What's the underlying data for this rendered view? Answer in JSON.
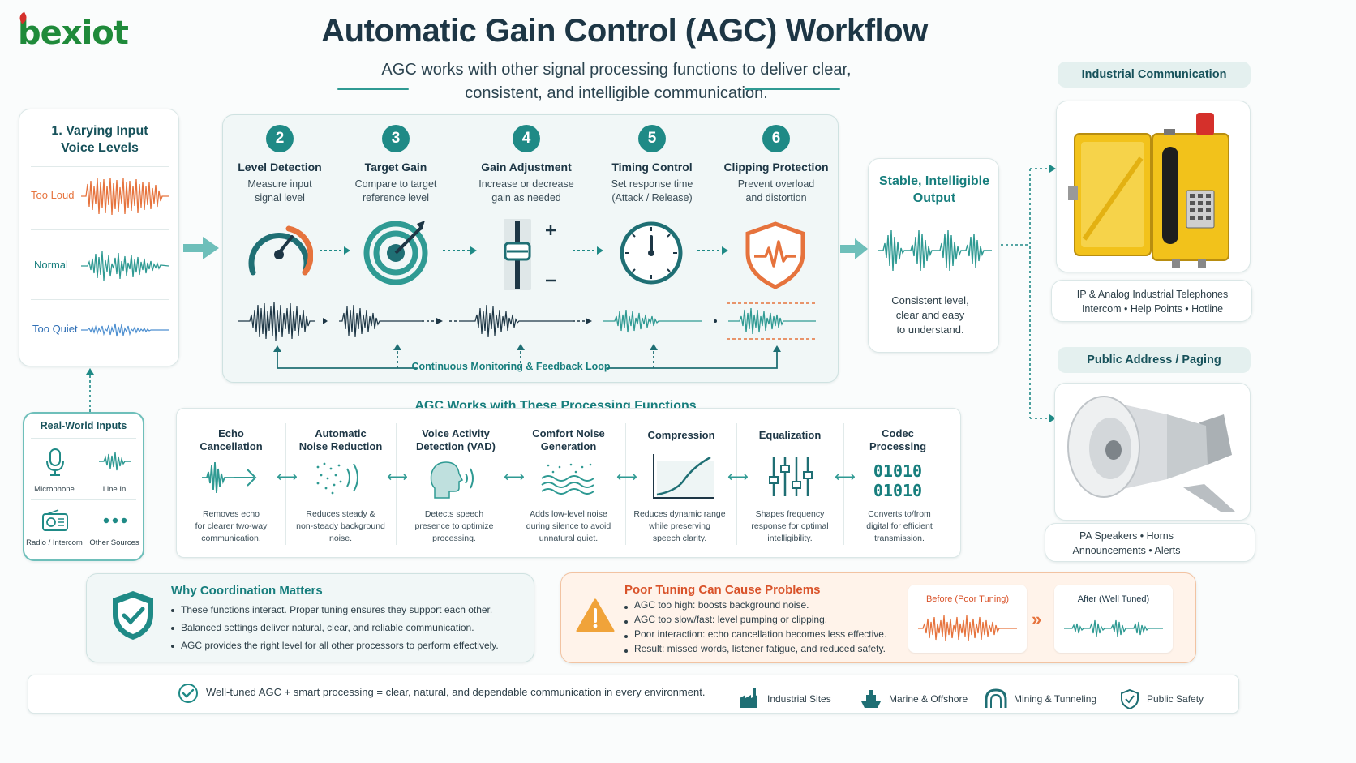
{
  "logo": {
    "text": "bexiot"
  },
  "header": {
    "title": "Automatic Gain Control (AGC) Workflow",
    "subtitle_line1": "AGC works with other signal processing functions to deliver clear,",
    "subtitle_line2": "consistent, and intelligible communication."
  },
  "input_panel": {
    "title_line1": "1. Varying Input",
    "title_line2": "Voice Levels",
    "levels": [
      {
        "label": "Too Loud",
        "color": "#e6733d"
      },
      {
        "label": "Normal",
        "color": "#2f9a93"
      },
      {
        "label": "Too Quiet",
        "color": "#4d8fd0"
      }
    ]
  },
  "real_world": {
    "title": "Real-World Inputs",
    "items": [
      {
        "label": "Microphone",
        "icon": "microphone-icon"
      },
      {
        "label": "Line In",
        "icon": "waveform-icon"
      },
      {
        "label": "Radio / Intercom",
        "icon": "radio-icon"
      },
      {
        "label": "Other Sources",
        "icon": "dots-icon"
      }
    ]
  },
  "steps": [
    {
      "num": "2",
      "title": "Level Detection",
      "desc_line1": "Measure input",
      "desc_line2": "signal level",
      "icon": "gauge-icon"
    },
    {
      "num": "3",
      "title": "Target Gain",
      "desc_line1": "Compare to target",
      "desc_line2": "reference level",
      "icon": "target-icon"
    },
    {
      "num": "4",
      "title": "Gain Adjustment",
      "desc_line1": "Increase or decrease",
      "desc_line2": "gain as needed",
      "icon": "fader-icon"
    },
    {
      "num": "5",
      "title": "Timing Control",
      "desc_line1": "Set response time",
      "desc_line2": "(Attack / Release)",
      "icon": "clock-icon"
    },
    {
      "num": "6",
      "title": "Clipping Protection",
      "desc_line1": "Prevent overload",
      "desc_line2": "and distortion",
      "icon": "shield-pulse-icon"
    }
  ],
  "feedback_label": "Continuous Monitoring & Feedback Loop",
  "output_panel": {
    "title_line1": "Stable, Intelligible",
    "title_line2": "Output",
    "desc_line1": "Consistent level,",
    "desc_line2": "clear and easy",
    "desc_line3": "to understand."
  },
  "processing": {
    "title": "AGC Works with These Processing Functions",
    "functions": [
      {
        "title_line1": "Echo",
        "title_line2": "Cancellation",
        "desc_line1": "Removes echo",
        "desc_line2": "for clearer two-way",
        "desc_line3": "communication.",
        "icon": "echo-icon"
      },
      {
        "title_line1": "Automatic",
        "title_line2": "Noise Reduction",
        "desc_line1": "Reduces steady &",
        "desc_line2": "non-steady background",
        "desc_line3": "noise.",
        "icon": "noise-reduction-icon"
      },
      {
        "title_line1": "Voice Activity",
        "title_line2": "Detection (VAD)",
        "desc_line1": "Detects speech",
        "desc_line2": "presence to optimize",
        "desc_line3": "processing.",
        "icon": "voice-head-icon"
      },
      {
        "title_line1": "Comfort Noise",
        "title_line2": "Generation",
        "desc_line1": "Adds low-level noise",
        "desc_line2": "during silence to avoid",
        "desc_line3": "unnatural quiet.",
        "icon": "comfort-noise-icon"
      },
      {
        "title_line1": "Compression",
        "title_line2": "",
        "desc_line1": "Reduces dynamic range",
        "desc_line2": "while preserving",
        "desc_line3": "speech clarity.",
        "icon": "compression-curve-icon"
      },
      {
        "title_line1": "Equalization",
        "title_line2": "",
        "desc_line1": "Shapes frequency",
        "desc_line2": "response for optimal",
        "desc_line3": "intelligibility.",
        "icon": "equalizer-icon"
      },
      {
        "title_line1": "Codec",
        "title_line2": "Processing",
        "desc_line1": "Converts to/from",
        "desc_line2": "digital for efficient",
        "desc_line3": "transmission.",
        "icon": "binary-icon",
        "code_line1": "01010",
        "code_line2": "01010"
      }
    ]
  },
  "applications": {
    "industrial": {
      "title": "Industrial Communication",
      "desc_line1": "IP & Analog Industrial Telephones",
      "desc_line2": "Intercom  •  Help Points  •  Hotline"
    },
    "pa": {
      "title": "Public Address / Paging",
      "desc_line1": "PA Speakers  •  Horns",
      "desc_line2": "Announcements  •  Alerts"
    }
  },
  "coordination": {
    "title": "Why Coordination Matters",
    "bullets": [
      "These functions interact. Proper tuning ensures they support each other.",
      "Balanced settings deliver natural, clear, and reliable communication.",
      "AGC provides the right level for all other processors to perform effectively."
    ]
  },
  "problems": {
    "title": "Poor Tuning Can Cause Problems",
    "bullets": [
      "AGC too high: boosts background noise.",
      "AGC too slow/fast: level pumping or clipping.",
      "Poor interaction: echo cancellation becomes less effective.",
      "Result: missed words, listener fatigue, and reduced safety."
    ],
    "before_label": "Before (Poor Tuning)",
    "after_label": "After (Well Tuned)"
  },
  "footer": {
    "statement": "Well-tuned AGC + smart processing = clear, natural, and dependable communication in every environment.",
    "sectors": [
      {
        "label": "Industrial Sites",
        "icon": "factory-icon"
      },
      {
        "label": "Marine & Offshore",
        "icon": "ship-icon"
      },
      {
        "label": "Mining & Tunneling",
        "icon": "tunnel-icon"
      },
      {
        "label": "Public Safety",
        "icon": "shield-check-icon"
      }
    ]
  },
  "colors": {
    "accent": "#1f8a86",
    "warning": "#e6733d",
    "brand_green": "#1f8a3a",
    "brand_red": "#d5302b"
  }
}
